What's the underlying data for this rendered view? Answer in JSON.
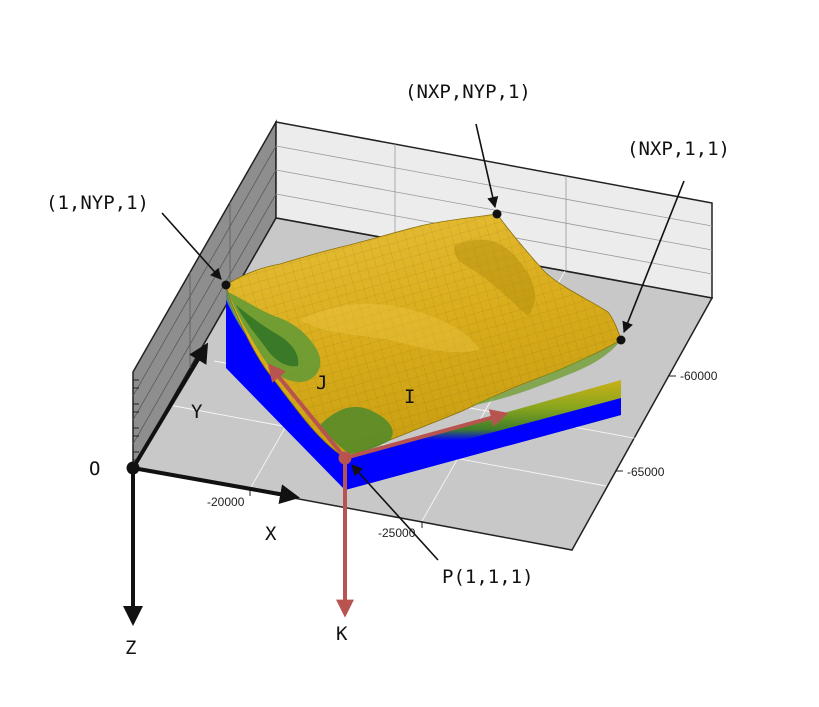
{
  "callouts": {
    "nxp_nyp_1": "(NXP,NYP,1)",
    "nxp_1_1": "(NXP,1,1)",
    "one_nyp_1": "(1,NYP,1)",
    "p_1_1_1": "P(1,1,1)"
  },
  "axes": {
    "origin": "O",
    "x": "X",
    "y": "Y",
    "z": "Z",
    "i": "I",
    "j": "J",
    "k": "K"
  },
  "ticks": {
    "x": [
      "-20000",
      "-25000"
    ],
    "y": [
      "-60000",
      "-65000"
    ]
  },
  "colors": {
    "background": "#ffffff",
    "floor": "#c8c8c8",
    "back_wall": "#eaeaea",
    "left_wall": "#8e8e8e",
    "terrain_high": "#e2b521",
    "terrain_mid": "#c9a512",
    "terrain_green": "#4f8a2a",
    "block_side": "#0000ff",
    "grid_axis_arrows": "#b85450",
    "black_axis_arrows": "#111111"
  }
}
